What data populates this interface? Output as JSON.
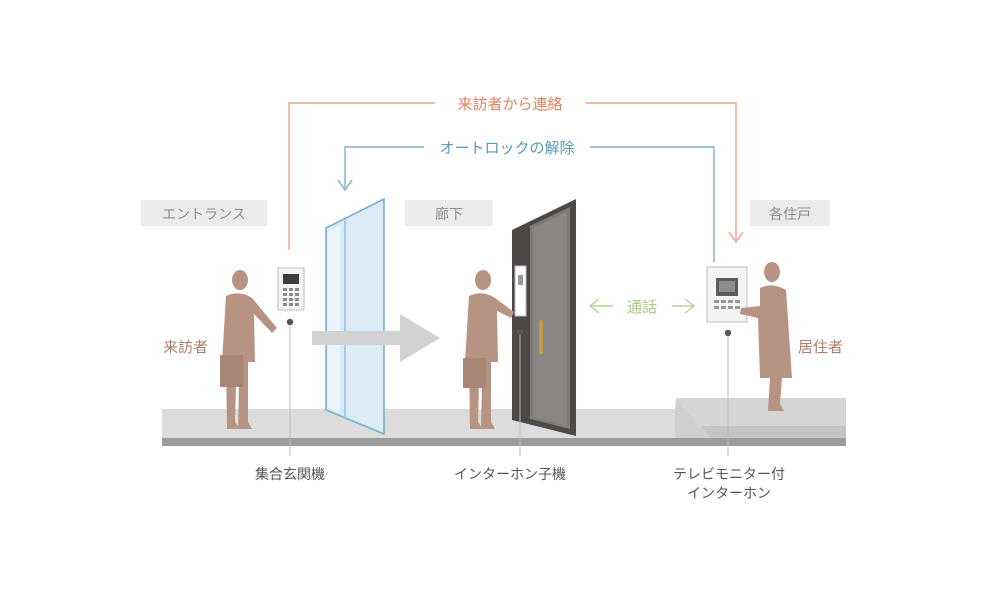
{
  "flows": {
    "visitor_contact": "来訪者から連絡",
    "autolock_release": "オートロックの解除",
    "call": "通話"
  },
  "zones": {
    "entrance": "エントランス",
    "corridor": "廊下",
    "residence": "各住戸"
  },
  "people": {
    "visitor": "来訪者",
    "resident": "居住者"
  },
  "devices": {
    "entrance_panel": "集合玄関機",
    "door_intercom": "インターホン子機",
    "monitor_line1": "テレビモニター付",
    "monitor_line2": "インターホン"
  },
  "colors": {
    "contact_line": "#e6a58a",
    "contact_text": "#e0825c",
    "release_line": "#7fb0c3",
    "release_text": "#5a9ab5",
    "call": "#b9d39a",
    "zone_bg": "#ebebeb",
    "zone_text": "#8e8e8e",
    "person": "#b79383",
    "person_label": "#a9806e",
    "device_label": "#555555",
    "floor_top": "#d9d9d9",
    "floor_front": "#9a9a9a"
  }
}
